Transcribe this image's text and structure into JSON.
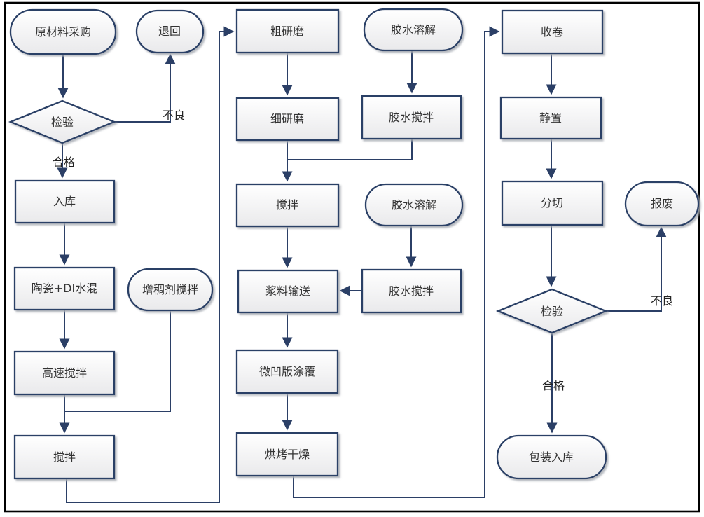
{
  "diagram": {
    "type": "flowchart",
    "language": "zh-CN",
    "colors": {
      "shape_stroke": "#2b3f66",
      "shape_fill_top": "#ffffff",
      "shape_fill_bottom": "#e9e9eb",
      "text": "#333333",
      "frame_border": "#000000",
      "background": "#ffffff"
    },
    "nodes": {
      "raw_material_purchase": {
        "label": "原材料采购",
        "shape": "terminator"
      },
      "inspection_1": {
        "label": "检验",
        "shape": "decision"
      },
      "return_back": {
        "label": "退回",
        "shape": "terminator"
      },
      "warehouse_in": {
        "label": "入库",
        "shape": "process"
      },
      "ceramic_di_water_mix": {
        "label": "陶瓷+DI水混",
        "shape": "process"
      },
      "high_speed_stir": {
        "label": "高速搅拌",
        "shape": "process"
      },
      "stir_left": {
        "label": "搅拌",
        "shape": "process"
      },
      "thickener_stir": {
        "label": "增稠剂搅拌",
        "shape": "terminator"
      },
      "coarse_grinding": {
        "label": "粗研磨",
        "shape": "process"
      },
      "fine_grinding": {
        "label": "细研磨",
        "shape": "process"
      },
      "glue_dissolve_1": {
        "label": "胶水溶解",
        "shape": "terminator"
      },
      "glue_stir_1": {
        "label": "胶水搅拌",
        "shape": "process"
      },
      "stir_mid": {
        "label": "搅拌",
        "shape": "process"
      },
      "glue_dissolve_2": {
        "label": "胶水溶解",
        "shape": "terminator"
      },
      "glue_stir_2": {
        "label": "胶水搅拌",
        "shape": "process"
      },
      "slurry_transfer": {
        "label": "浆料输送",
        "shape": "process"
      },
      "microgravure_coating": {
        "label": "微凹版涂覆",
        "shape": "process"
      },
      "baking_drying": {
        "label": "烘烤干燥",
        "shape": "process"
      },
      "winding": {
        "label": "收卷",
        "shape": "process"
      },
      "standing": {
        "label": "静置",
        "shape": "process"
      },
      "slitting": {
        "label": "分切",
        "shape": "process"
      },
      "inspection_2": {
        "label": "检验",
        "shape": "decision"
      },
      "scrap": {
        "label": "报废",
        "shape": "terminator"
      },
      "packing_warehouse_in": {
        "label": "包装入库",
        "shape": "terminator"
      }
    },
    "edge_labels": {
      "defective_1": "不良",
      "pass_1": "合格",
      "defective_2": "不良",
      "pass_2": "合格"
    },
    "connections": [
      {
        "from": "原材料采购",
        "to": "检验"
      },
      {
        "from": "检验",
        "to": "退回",
        "label": "不良"
      },
      {
        "from": "检验",
        "to": "入库",
        "label": "合格"
      },
      {
        "from": "入库",
        "to": "陶瓷+DI水混"
      },
      {
        "from": "陶瓷+DI水混",
        "to": "高速搅拌"
      },
      {
        "from": "增稠剂搅拌",
        "to": "搅拌"
      },
      {
        "from": "高速搅拌",
        "to": "搅拌"
      },
      {
        "from": "搅拌",
        "to": "粗研磨"
      },
      {
        "from": "粗研磨",
        "to": "细研磨"
      },
      {
        "from": "胶水溶解",
        "to": "胶水搅拌"
      },
      {
        "from": "胶水搅拌",
        "to": "搅拌"
      },
      {
        "from": "细研磨",
        "to": "搅拌"
      },
      {
        "from": "搅拌",
        "to": "浆料输送"
      },
      {
        "from": "胶水溶解",
        "to": "胶水搅拌"
      },
      {
        "from": "胶水搅拌",
        "to": "浆料输送"
      },
      {
        "from": "浆料输送",
        "to": "微凹版涂覆"
      },
      {
        "from": "微凹版涂覆",
        "to": "烘烤干燥"
      },
      {
        "from": "烘烤干燥",
        "to": "收卷"
      },
      {
        "from": "收卷",
        "to": "静置"
      },
      {
        "from": "静置",
        "to": "分切"
      },
      {
        "from": "分切",
        "to": "检验"
      },
      {
        "from": "检验",
        "to": "报废",
        "label": "不良"
      },
      {
        "from": "检验",
        "to": "包装入库",
        "label": "合格"
      }
    ]
  }
}
